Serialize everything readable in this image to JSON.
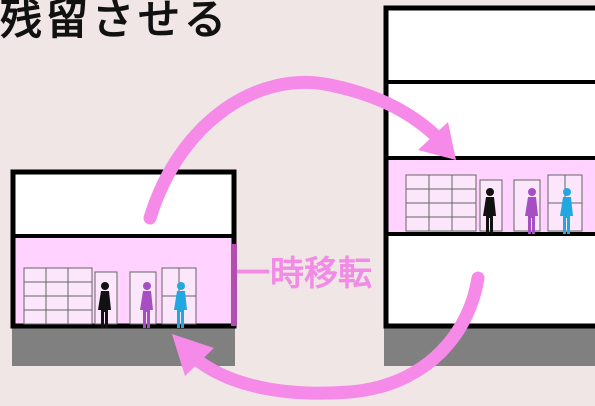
{
  "heading_partial": "残留させる",
  "move_label": "一時移転",
  "icons": [
    "building-small",
    "building-tall",
    "arrow-curved",
    "person-silhouette",
    "shelving"
  ],
  "colors": {
    "background": "#f0e6e6",
    "floor_highlight": "#ffd2ff",
    "arrow": "#f58ae8",
    "ground": "#808080",
    "person_black": "#111111",
    "person_purple": "#a64fc2",
    "person_blue": "#21a8e0"
  }
}
